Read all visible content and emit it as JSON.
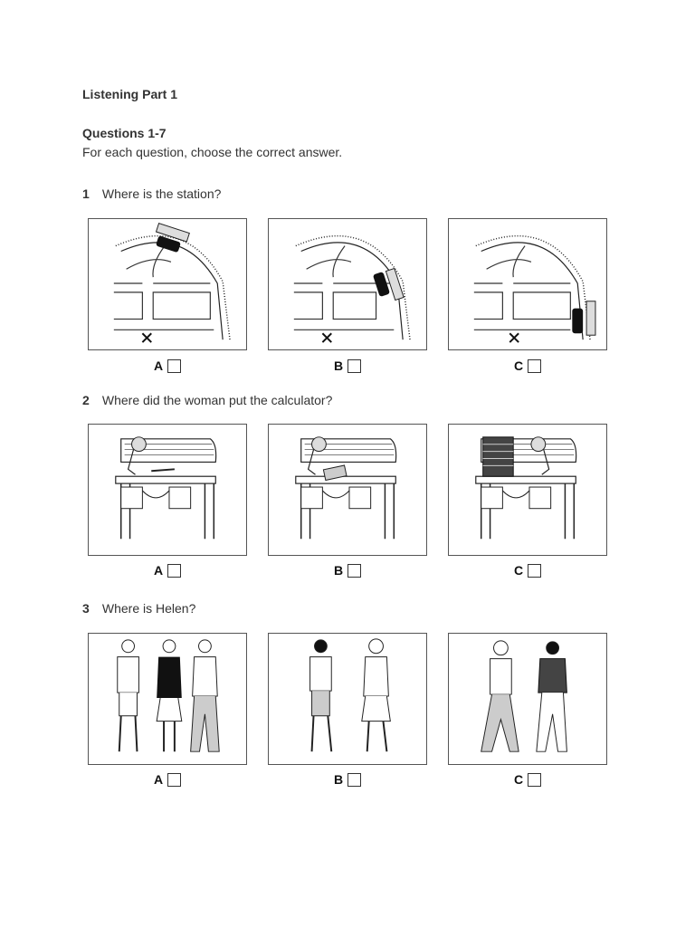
{
  "section_title": "Listening Part 1",
  "questions_range": "Questions 1-7",
  "instruction": "For each question, choose the correct answer.",
  "questions": [
    {
      "number": "1",
      "text": "Where is the station?",
      "options": [
        {
          "letter": "A"
        },
        {
          "letter": "B"
        },
        {
          "letter": "C"
        }
      ]
    },
    {
      "number": "2",
      "text": "Where did the woman put the calculator?",
      "options": [
        {
          "letter": "A"
        },
        {
          "letter": "B"
        },
        {
          "letter": "C"
        }
      ]
    },
    {
      "number": "3",
      "text": "Where is Helen?",
      "options": [
        {
          "letter": "A"
        },
        {
          "letter": "B"
        },
        {
          "letter": "C"
        }
      ]
    }
  ]
}
